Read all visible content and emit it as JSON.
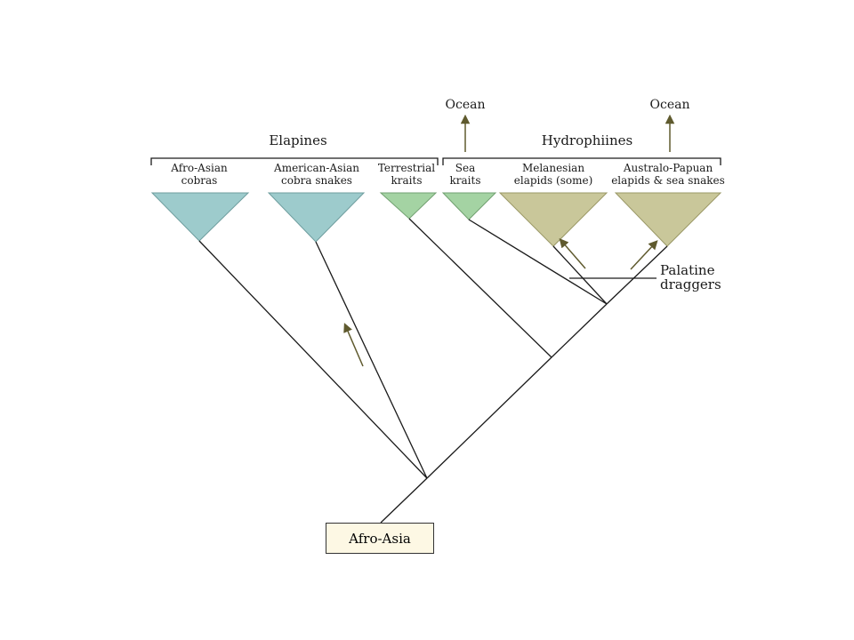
{
  "groups": {
    "elapines": "Elapines",
    "hydrophiines": "Hydrophiines"
  },
  "ocean": [
    "Ocean",
    "Ocean"
  ],
  "taxa": [
    {
      "line1": "Afro-Asian",
      "line2": "cobras",
      "color": "#9dcbcc"
    },
    {
      "line1": "American-Asian",
      "line2": "cobra snakes",
      "color": "#9dcbcc"
    },
    {
      "line1": "Terrestrial",
      "line2": "kraits",
      "color": "#a4d3a3"
    },
    {
      "line1": "Sea",
      "line2": "kraits",
      "color": "#a4d3a3"
    },
    {
      "line1": "Melanesian",
      "line2": "elapids (some)",
      "color": "#c9c79a"
    },
    {
      "line1": "Australo-Papuan",
      "line2": "elapids & sea snakes",
      "color": "#c9c79a"
    }
  ],
  "palatine": {
    "line1": "Palatine",
    "line2": "draggers"
  },
  "root": "Afro-Asia",
  "colors": {
    "arrow": "#5f5a2e",
    "line": "#1a1a1a"
  }
}
